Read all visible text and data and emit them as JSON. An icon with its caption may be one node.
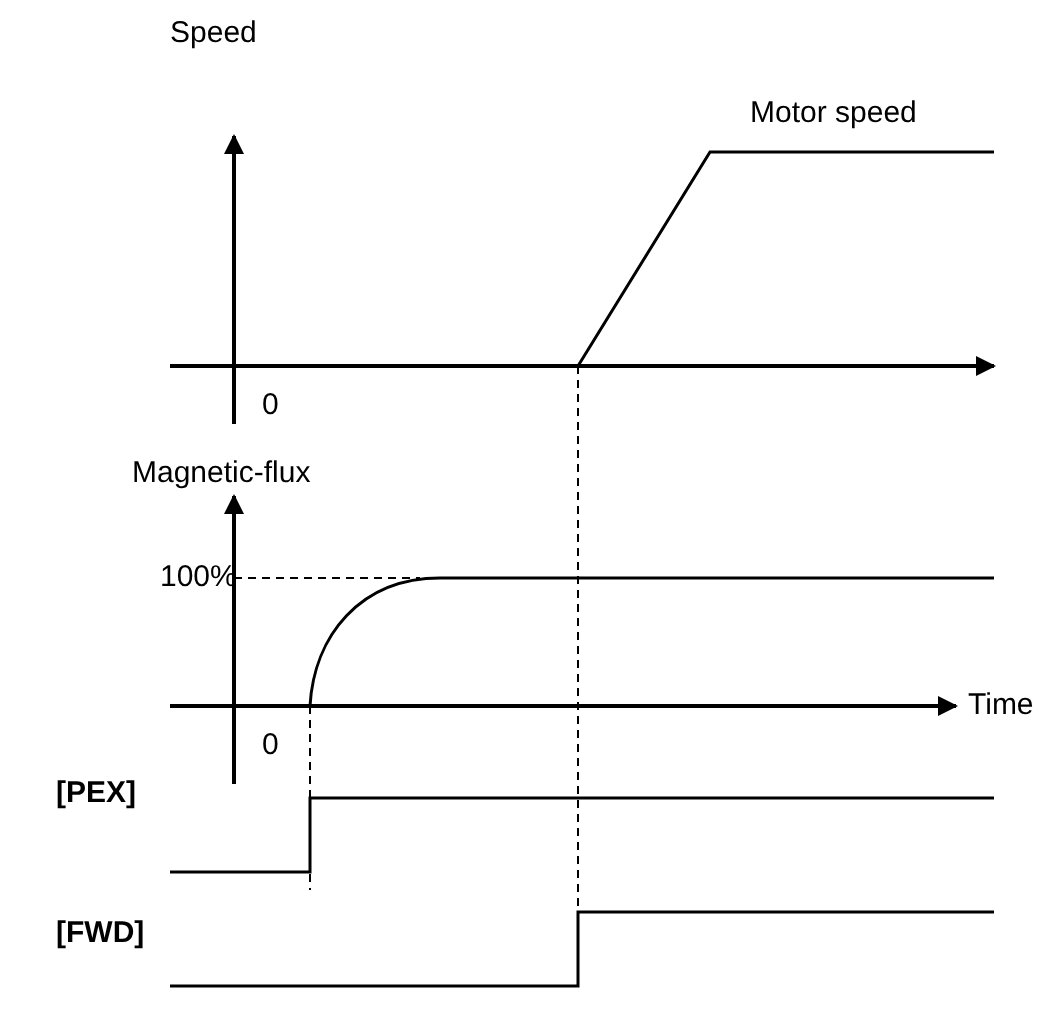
{
  "diagram": {
    "labels": [
      "Speed",
      "Motor speed",
      "0",
      "Magnetic-flux",
      "100%",
      "0",
      "Time",
      "[PEX]",
      "[FWD]"
    ]
  }
}
